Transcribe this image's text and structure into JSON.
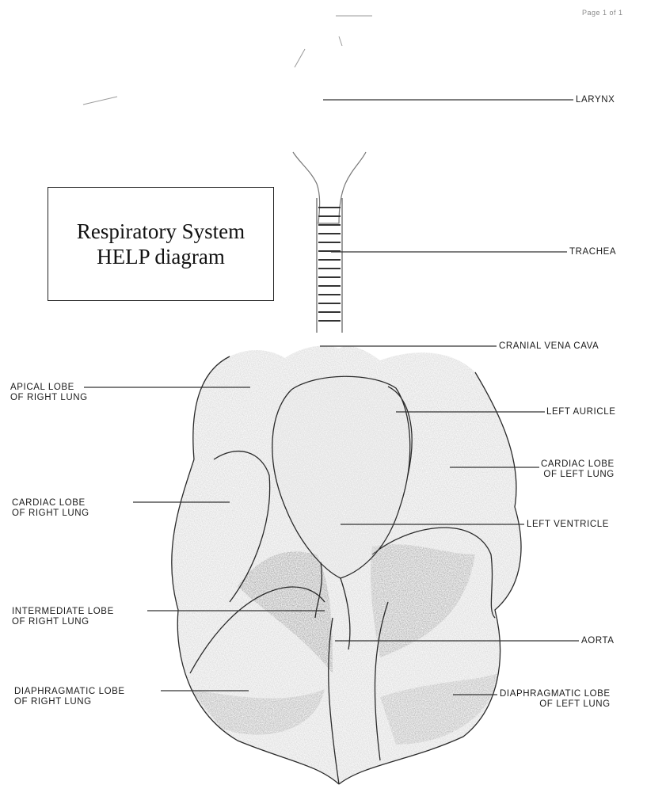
{
  "page_number": "Page 1 of 1",
  "title": "Respiratory System HELP diagram",
  "labels": {
    "larynx": "LARYNX",
    "trachea": "TRACHEA",
    "cranial_vena_cava": "CRANIAL VENA CAVA",
    "apical_lobe_right": [
      "APICAL LOBE",
      "OF RIGHT LUNG"
    ],
    "left_auricle": "LEFT AURICLE",
    "cardiac_lobe_left": [
      "CARDIAC LOBE",
      "OF LEFT LUNG"
    ],
    "cardiac_lobe_right": [
      "CARDIAC LOBE",
      "OF RIGHT LUNG"
    ],
    "left_ventricle": "LEFT VENTRICLE",
    "intermediate_lobe_right": [
      "INTERMEDIATE LOBE",
      "OF RIGHT LUNG"
    ],
    "aorta": "AORTA",
    "diaphragmatic_lobe_right": [
      "DIAPHRAGMATIC LOBE",
      "OF RIGHT LUNG"
    ],
    "diaphragmatic_lobe_left": [
      "DIAPHRAGMATIC LOBE",
      "OF LEFT LUNG"
    ]
  }
}
